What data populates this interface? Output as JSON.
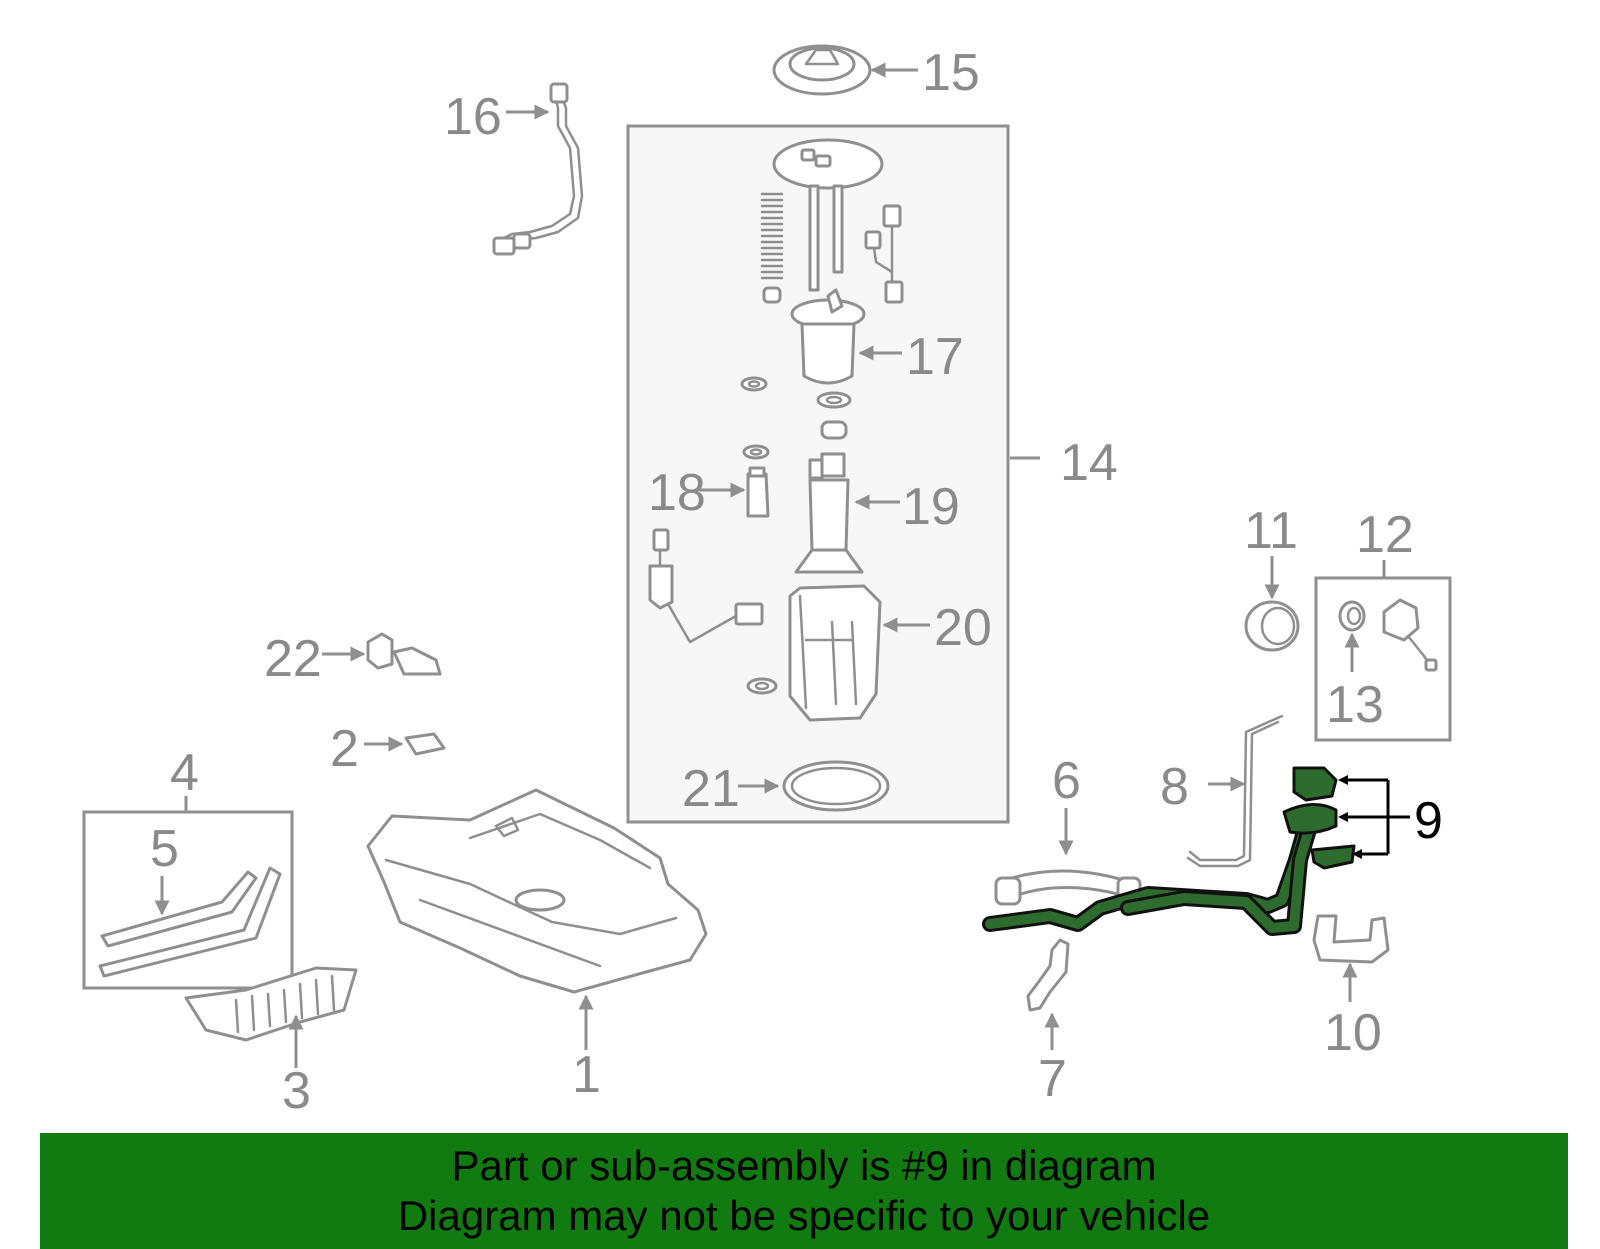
{
  "callouts": {
    "c1": "1",
    "c2": "2",
    "c3": "3",
    "c4": "4",
    "c5": "5",
    "c6": "6",
    "c7": "7",
    "c8": "8",
    "c9": "9",
    "c10": "10",
    "c11": "11",
    "c12": "12",
    "c13": "13",
    "c14": "14",
    "c15": "15",
    "c16": "16",
    "c17": "17",
    "c18": "18",
    "c19": "19",
    "c20": "20",
    "c21": "21",
    "c22": "22"
  },
  "highlighted_callout": "9",
  "colors": {
    "highlight": "#2e6b2e",
    "banner": "#117a11",
    "parts": "#8f8f8f"
  },
  "banner": {
    "line1": "Part or sub-assembly is #9 in diagram",
    "line2": "Diagram may not be specific to your vehicle"
  }
}
